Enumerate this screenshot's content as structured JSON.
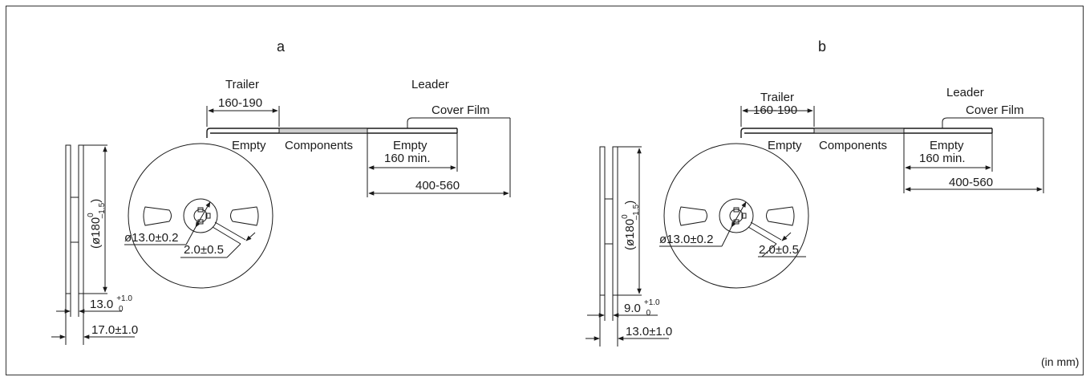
{
  "units_note": "(in mm)",
  "reels": [
    {
      "label": "a",
      "trailer": "Trailer",
      "trailer_len": "160-190",
      "leader": "Leader",
      "cover_film": "Cover Film",
      "empty_left": "Empty",
      "components": "Components",
      "empty_right": "Empty",
      "empty_min": "160 min.",
      "leader_len": "400-560",
      "reel_diam": {
        "main": "(ø180",
        "sup": "0",
        "sub": "–1.5",
        "close": ")"
      },
      "hub_diam": "ø13.0±0.2",
      "slot": "2.0±0.5",
      "inner_width": {
        "main": "13.0",
        "sup": "+1.0",
        "sub": "0"
      },
      "outer_width": "17.0±1.0"
    },
    {
      "label": "b",
      "trailer": "Trailer",
      "trailer_len": "160-190",
      "leader": "Leader",
      "cover_film": "Cover Film",
      "empty_left": "Empty",
      "components": "Components",
      "empty_right": "Empty",
      "empty_min": "160 min.",
      "leader_len": "400-560",
      "reel_diam": {
        "main": "(ø180",
        "sup": "0",
        "sub": "–1.5",
        "close": ")"
      },
      "hub_diam": "ø13.0±0.2",
      "slot": "2.0±0.5",
      "inner_width": {
        "main": "9.0",
        "sup": "+1.0",
        "sub": "0"
      },
      "outer_width": "13.0±1.0"
    }
  ]
}
